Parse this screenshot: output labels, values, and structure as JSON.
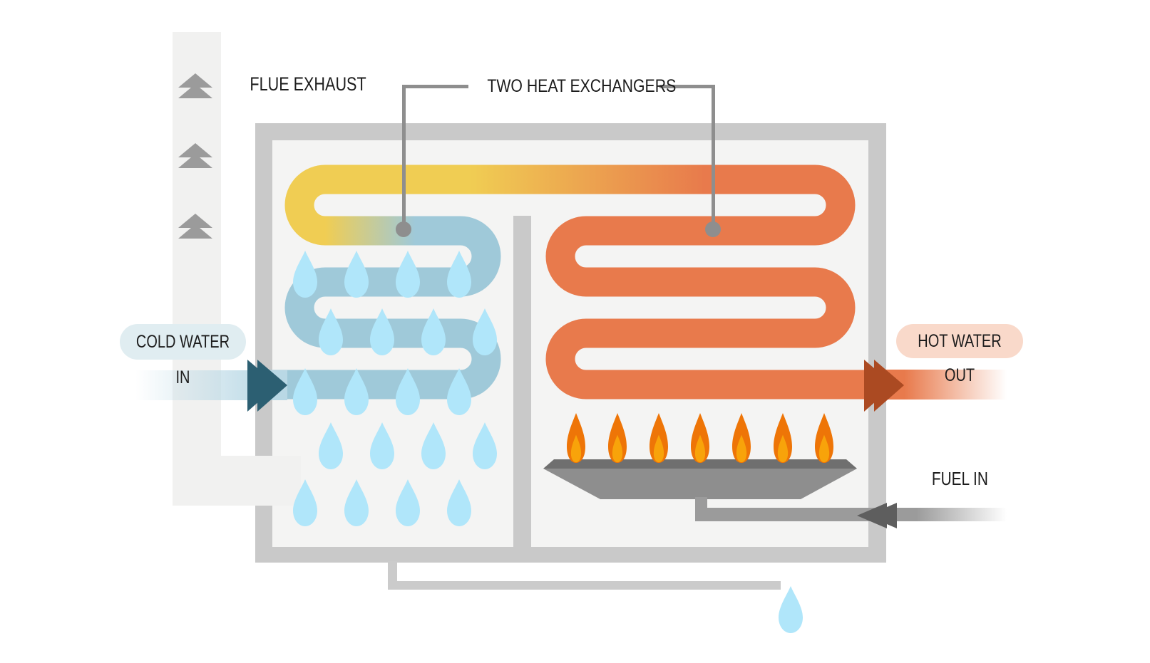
{
  "labels": {
    "flue_exhaust": "FLUE EXHAUST",
    "two_heat_exchangers": "TWO HEAT EXCHANGERS",
    "cold_water_in": "COLD WATER IN",
    "hot_water_out": "HOT WATER OUT",
    "fuel_in": "FUEL IN"
  },
  "icons": {
    "flue_arrows": "up-chevron-arrow",
    "cold_water_arrow": "double-right-chevron",
    "hot_water_arrow": "double-right-chevron",
    "fuel_arrow": "double-left-chevron",
    "water_drop": "teardrop",
    "flame": "burner-flame"
  },
  "counts": {
    "flue_arrows": 3,
    "burner_flames": 7,
    "droplet_rows_in_chamber": 5,
    "droplets_per_row": 4,
    "condensate_droplets": 1
  },
  "colors": {
    "casing": "#c9c9c9",
    "interior": "#f4f4f3",
    "chimney": "#f1f1f0",
    "cold_pipe_blue": "#9fc9d9",
    "warm_pipe_yellow": "#f0cd53",
    "hot_pipe_orange": "#e87a4c",
    "droplet_cyan": "#b0e6fa",
    "cold_arrow_teal": "#2c5f72",
    "hot_arrow_rust": "#ab4a22",
    "fuel_arrow_gray": "#5e5e5e",
    "fuel_pipe_gray": "#9b9b9b",
    "burner_body": "#8e8e8e",
    "burner_bar": "#6f6f6f",
    "flame_outer": "#ee7507",
    "flame_inner": "#f8a30a",
    "connector_gray": "#8e8e8e",
    "cold_pill_bg": "#e0edf1",
    "hot_pill_bg": "#f9d9ca",
    "text": "#1c1c1c"
  }
}
